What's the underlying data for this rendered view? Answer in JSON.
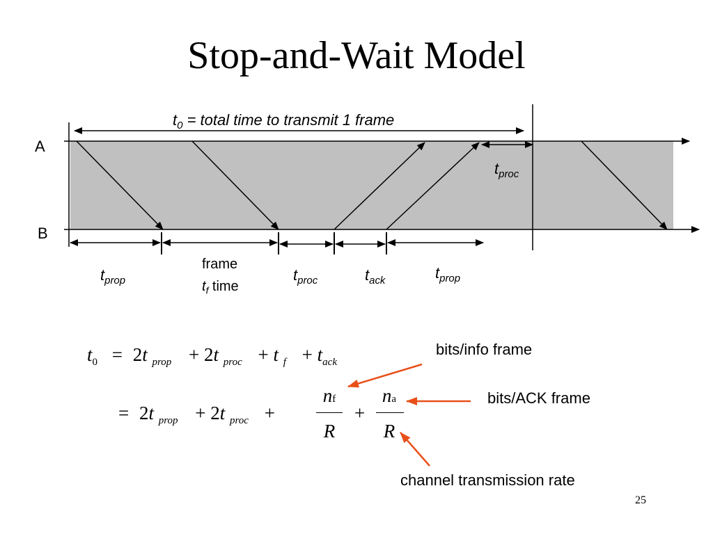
{
  "slide": {
    "title": "Stop-and-Wait Model",
    "page_number": "25"
  },
  "diagram": {
    "top_label": {
      "var": "t",
      "sub": "0",
      "text": " = total time to transmit 1 frame"
    },
    "station_a": "A",
    "station_b": "B",
    "t_proc_upper": {
      "var": "t",
      "sub": "proc"
    },
    "lower_labels": {
      "t_prop_1": {
        "var": "t",
        "sub": "prop"
      },
      "frame_line1": "frame",
      "frame_var": "t",
      "frame_sub": "f",
      "frame_time": " time",
      "t_proc": {
        "var": "t",
        "sub": "proc"
      },
      "t_ack": {
        "var": "t",
        "sub": "ack"
      },
      "t_prop_2": {
        "var": "t",
        "sub": "prop"
      }
    }
  },
  "equations": {
    "line1": {
      "lhs_var": "t",
      "lhs_sub": "0",
      "eq": "=",
      "c1": "2",
      "v1": "t",
      "s1": "prop",
      "plus1": "+",
      "c2": "2",
      "v2": "t",
      "s2": "proc",
      "plus2": "+",
      "v3": "t",
      "s3": "f",
      "plus3": "+",
      "v4": "t",
      "s4": "ack"
    },
    "line2": {
      "eq": "=",
      "c1": "2",
      "v1": "t",
      "s1": "prop",
      "plus1": "+",
      "c2": "2",
      "v2": "t",
      "s2": "proc",
      "plus2": "+",
      "frac1_num_var": "n",
      "frac1_num_sub": "f",
      "frac1_den": "R",
      "plus3": "+",
      "frac2_num_var": "n",
      "frac2_num_sub": "a",
      "frac2_den": "R"
    }
  },
  "annotations": {
    "bits_info": "bits/info frame",
    "bits_ack": "bits/ACK frame",
    "channel_rate": "channel transmission rate"
  },
  "colors": {
    "band_fill": "#c0c0c0",
    "annotation_arrow": "#e8501a"
  }
}
